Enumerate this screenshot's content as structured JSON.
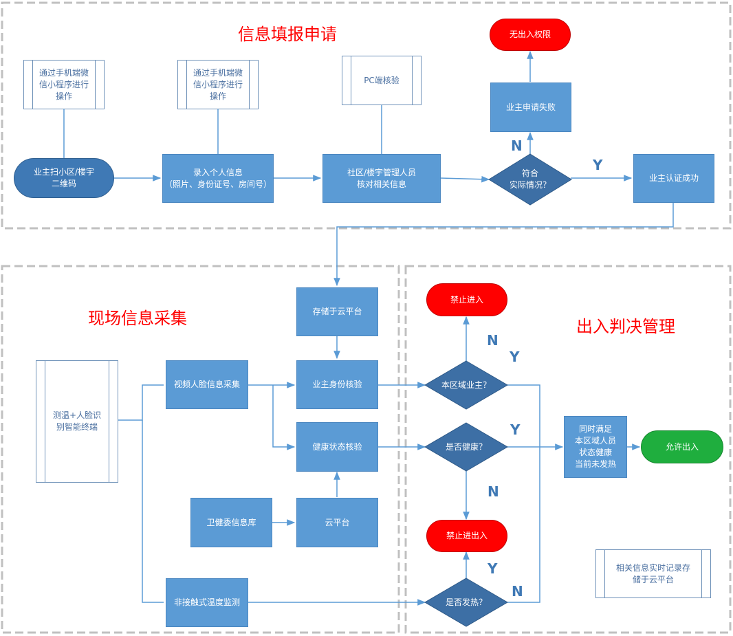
{
  "sections": {
    "apply_title": "信息填报申请",
    "collect_title": "现场信息采集",
    "decide_title": "出入判决管理"
  },
  "nodes": {
    "scan_qr": "业主扫小区/楼宇\n二维码",
    "wechat_op_1": "通过手机端微\n信小程序进行\n操作",
    "wechat_op_2": "通过手机端微\n信小程序进行\n操作",
    "pc_verify": "PC端核验",
    "enter_info": "录入个人信息\n（照片、身份证号、房间号）",
    "admin_check": "社区/楼宇管理人员\n核对相关信息",
    "match_reality": "符合\n实际情况？",
    "no_access": "无出入权限",
    "apply_fail": "业主申请失败",
    "auth_success": "业主认证成功",
    "cloud_store": "存储于云平台",
    "owner_id_check": "业主身份核验",
    "health_check": "健康状态核验",
    "cloud_platform": "云平台",
    "health_db": "卫健委信息库",
    "face_collect": "视频人脸信息采集",
    "temp_monitor": "非接触式温度监测",
    "terminal": "测温+人脸识\n别智能终端",
    "is_owner": "本区域业主？",
    "is_healthy": "是否健康？",
    "has_fever": "是否发热？",
    "forbid_enter": "禁止进入",
    "forbid_in_out": "禁止进出入",
    "all_conditions": "同时满足\n本区域人员\n状态健康\n当前未发热",
    "allow": "允许出入",
    "record_note": "相关信息实时记录存\n储于云平台"
  },
  "labels": {
    "n_fail": "N",
    "y_success": "Y",
    "n_owner": "N",
    "y_owner": "Y",
    "y_healthy": "Y",
    "n_healthy": "N",
    "y_fever": "Y",
    "n_fever": "N"
  },
  "colors": {
    "process": "#5b9bd5",
    "decision": "#3d6fa5",
    "connector": "#5b9bd5",
    "reject": "#ff0000",
    "allow": "#1fae3e",
    "section_border": "#bfbfbf",
    "title_text": "#ff0000"
  }
}
